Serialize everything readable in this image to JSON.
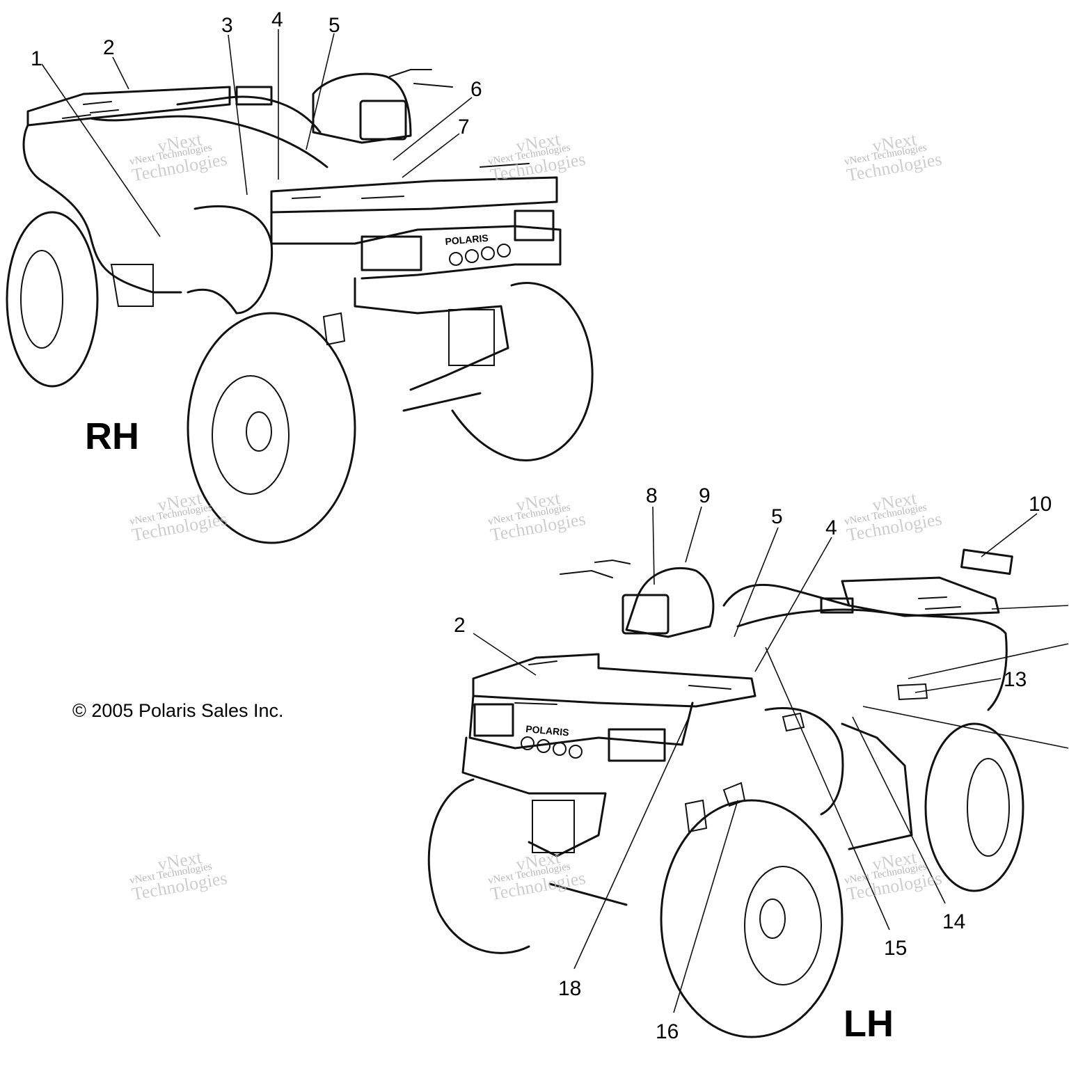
{
  "labels": {
    "rh": "RH",
    "lh": "LH",
    "copyright": "© 2005 Polaris Sales Inc.",
    "grille_brand": "POLARIS"
  },
  "watermark": {
    "line1": "vNext Technologies",
    "line2": "Technologies",
    "line3": "vNext"
  },
  "callouts": {
    "c1": "1",
    "c2": "2",
    "c3": "3",
    "c4": "4",
    "c5": "5",
    "c6": "6",
    "c7": "7",
    "c8": "8",
    "c9": "9",
    "c10": "10",
    "c13": "13",
    "c14": "14",
    "c15": "15",
    "c16": "16",
    "c18": "18",
    "c2b": "2",
    "c4b": "4",
    "c5b": "5"
  },
  "icons": [
    "rh-atv-illustration",
    "lh-atv-illustration"
  ],
  "colors": {
    "ink": "#111111",
    "watermark": "#b9b9b9",
    "background": "#ffffff"
  }
}
